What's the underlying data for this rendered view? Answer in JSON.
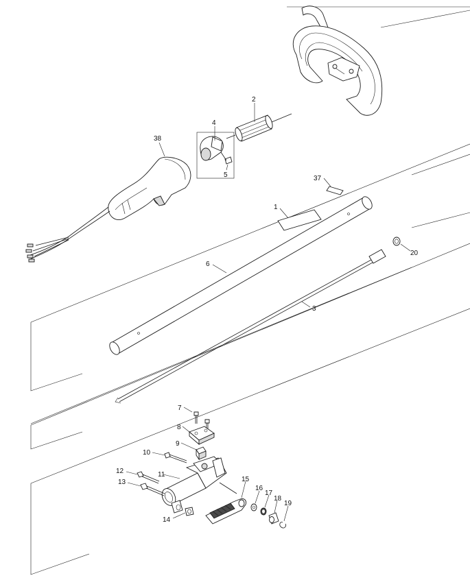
{
  "callouts": [
    {
      "id": "2",
      "text": "2"
    },
    {
      "id": "4",
      "text": "4"
    },
    {
      "id": "5",
      "text": "5"
    },
    {
      "id": "38",
      "text": "38"
    },
    {
      "id": "37",
      "text": "37"
    },
    {
      "id": "1",
      "text": "1"
    },
    {
      "id": "20",
      "text": "20"
    },
    {
      "id": "6",
      "text": "6"
    },
    {
      "id": "3",
      "text": "3"
    },
    {
      "id": "7",
      "text": "7"
    },
    {
      "id": "8",
      "text": "8"
    },
    {
      "id": "9",
      "text": "9"
    },
    {
      "id": "10",
      "text": "10"
    },
    {
      "id": "11",
      "text": "11"
    },
    {
      "id": "12",
      "text": "12"
    },
    {
      "id": "13",
      "text": "13"
    },
    {
      "id": "14",
      "text": "14"
    },
    {
      "id": "15",
      "text": "15"
    },
    {
      "id": "16",
      "text": "16"
    },
    {
      "id": "17",
      "text": "17"
    },
    {
      "id": "18",
      "text": "18"
    },
    {
      "id": "19",
      "text": "19"
    }
  ]
}
